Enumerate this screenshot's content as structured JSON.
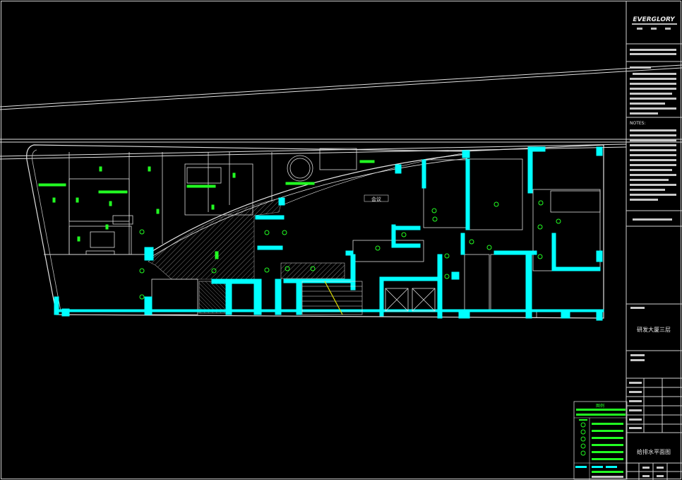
{
  "title_block": {
    "company_logo_text": "EVERGLORY",
    "project_name": "研发大厦三层",
    "drawing_title": "给排水平面图",
    "notes_header": "NOTES:"
  },
  "plan": {
    "room_label": "会议"
  },
  "legend": {
    "header": "图例"
  },
  "colors": {
    "background": "#000000",
    "frame": "#ffffff",
    "wall": "#00ffff",
    "fixture": "#22ff22",
    "hatch": "#9a9a9a",
    "text_block": "#c8c8c8"
  }
}
